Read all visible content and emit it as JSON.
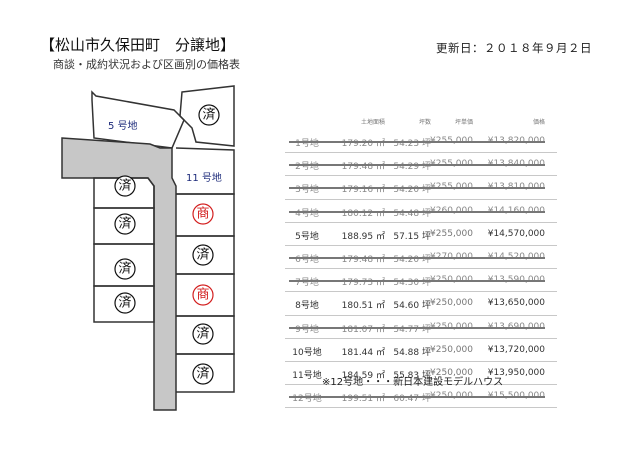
{
  "header": {
    "title": "【松山市久保田町　分譲地】",
    "subtitle": "商談・成約状況および区画別の価格表",
    "updated": "更新日：２０１８年９月２日"
  },
  "map": {
    "labels": {
      "lot5": "5 号地",
      "lot11": "11 号地"
    },
    "status_marks": {
      "sold": "済",
      "negotiating": "商"
    },
    "status_colors": {
      "sold": "#111111",
      "negotiating": "#d32020"
    }
  },
  "table": {
    "headers": [
      "土地面積",
      "坪数",
      "坪単価",
      "価格"
    ],
    "rows": [
      {
        "lot": "1号地",
        "area": "179.20 ㎡",
        "tsubo": "54.23 坪",
        "unit": "¥255,000",
        "price": "¥13,820,000",
        "sold": true
      },
      {
        "lot": "2号地",
        "area": "179.48 ㎡",
        "tsubo": "54.29 坪",
        "unit": "¥255,000",
        "price": "¥13,840,000",
        "sold": true
      },
      {
        "lot": "3号地",
        "area": "179.16 ㎡",
        "tsubo": "54.20 坪",
        "unit": "¥255,000",
        "price": "¥13,810,000",
        "sold": true
      },
      {
        "lot": "4号地",
        "area": "180.12 ㎡",
        "tsubo": "54.48 坪",
        "unit": "¥260,000",
        "price": "¥14,160,000",
        "sold": true
      },
      {
        "lot": "5号地",
        "area": "188.95 ㎡",
        "tsubo": "57.15 坪",
        "unit": "¥255,000",
        "price": "¥14,570,000",
        "sold": false
      },
      {
        "lot": "6号地",
        "area": "179.48 ㎡",
        "tsubo": "54.20 坪",
        "unit": "¥270,000",
        "price": "¥14,520,000",
        "sold": true
      },
      {
        "lot": "7号地",
        "area": "179.73 ㎡",
        "tsubo": "54.30 坪",
        "unit": "¥250,000",
        "price": "¥13,590,000",
        "sold": true
      },
      {
        "lot": "8号地",
        "area": "180.51 ㎡",
        "tsubo": "54.60 坪",
        "unit": "¥250,000",
        "price": "¥13,650,000",
        "sold": false
      },
      {
        "lot": "9号地",
        "area": "181.07 ㎡",
        "tsubo": "54.77 坪",
        "unit": "¥250,000",
        "price": "¥13,690,000",
        "sold": true
      },
      {
        "lot": "10号地",
        "area": "181.44 ㎡",
        "tsubo": "54.88 坪",
        "unit": "¥250,000",
        "price": "¥13,720,000",
        "sold": false
      },
      {
        "lot": "11号地",
        "area": "184.59 ㎡",
        "tsubo": "55.83 坪",
        "unit": "¥250,000",
        "price": "¥13,950,000",
        "sold": false
      },
      {
        "lot": "12号地",
        "area": "199.51 ㎡",
        "tsubo": "60.47 坪",
        "unit": "¥250,000",
        "price": "¥15,500,000",
        "sold": true
      }
    ]
  },
  "footnote": "※12号地・・・新日本建設モデルハウス"
}
